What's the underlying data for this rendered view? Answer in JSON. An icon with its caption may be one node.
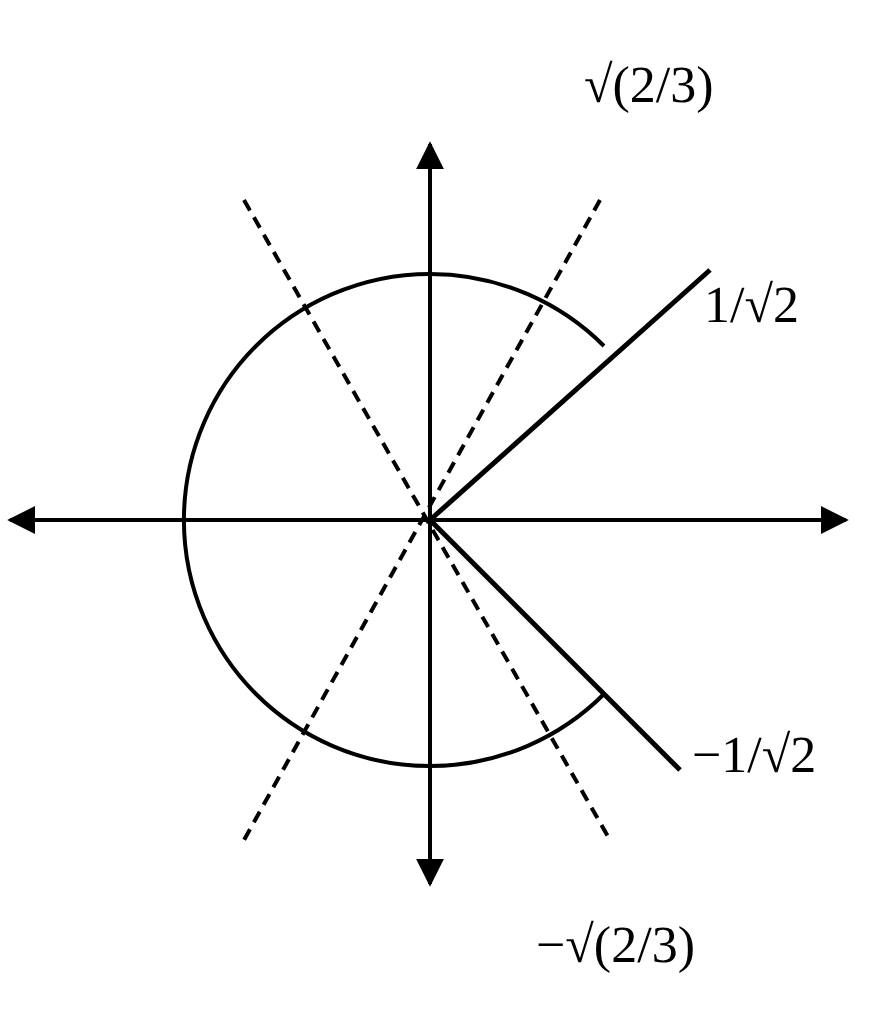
{
  "diagram": {
    "labels": [
      "√(2/3)",
      "1/√2",
      "−1/√2",
      "−√(2/3)"
    ]
  }
}
